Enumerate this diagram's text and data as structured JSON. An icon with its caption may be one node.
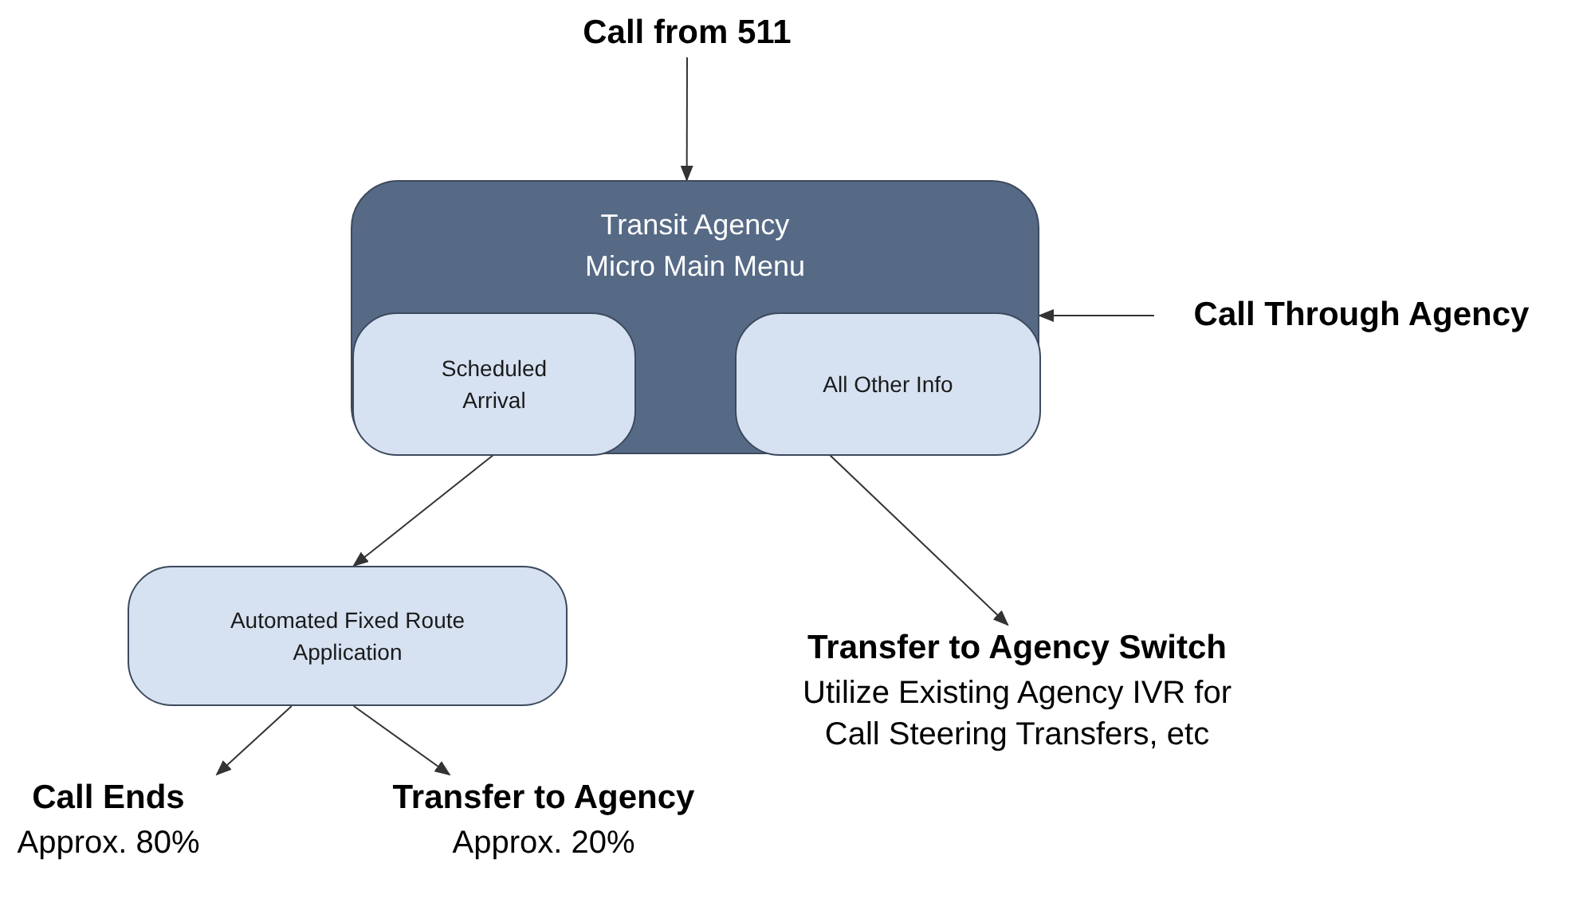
{
  "diagram": {
    "nodes": [
      {
        "text": [
          "Call from 511"
        ]
      },
      {
        "text": [
          "Transit Agency Micro Main Menu"
        ]
      },
      {
        "text": [
          "Scheduled Arrival"
        ],
        "in": 1
      },
      {
        "text": [
          "All Other Info"
        ],
        "in": 1
      },
      {
        "text": [
          "Call Through Agency"
        ]
      },
      {
        "text": [
          "Automated Fixed Route Application"
        ]
      },
      {
        "text": [
          "Transfer to Agency Switch",
          "Utilize Existing Agency IVR for Call Steering Transfers, etc"
        ]
      },
      {
        "text": [
          "Call Ends",
          "Approx. 80%"
        ]
      },
      {
        "text": [
          "Transfer to Agency",
          "Approx. 20%"
        ]
      }
    ],
    "edges": [
      {
        "from": 0,
        "to": 1,
        "arrow": "to"
      },
      {
        "from": 4,
        "to": 1,
        "arrow": "to"
      },
      {
        "from": 2,
        "to": 5,
        "arrow": "to"
      },
      {
        "from": 3,
        "to": 6,
        "arrow": "to"
      },
      {
        "from": 5,
        "to": 7,
        "arrow": "to"
      },
      {
        "from": 5,
        "to": 8,
        "arrow": "to"
      }
    ]
  }
}
